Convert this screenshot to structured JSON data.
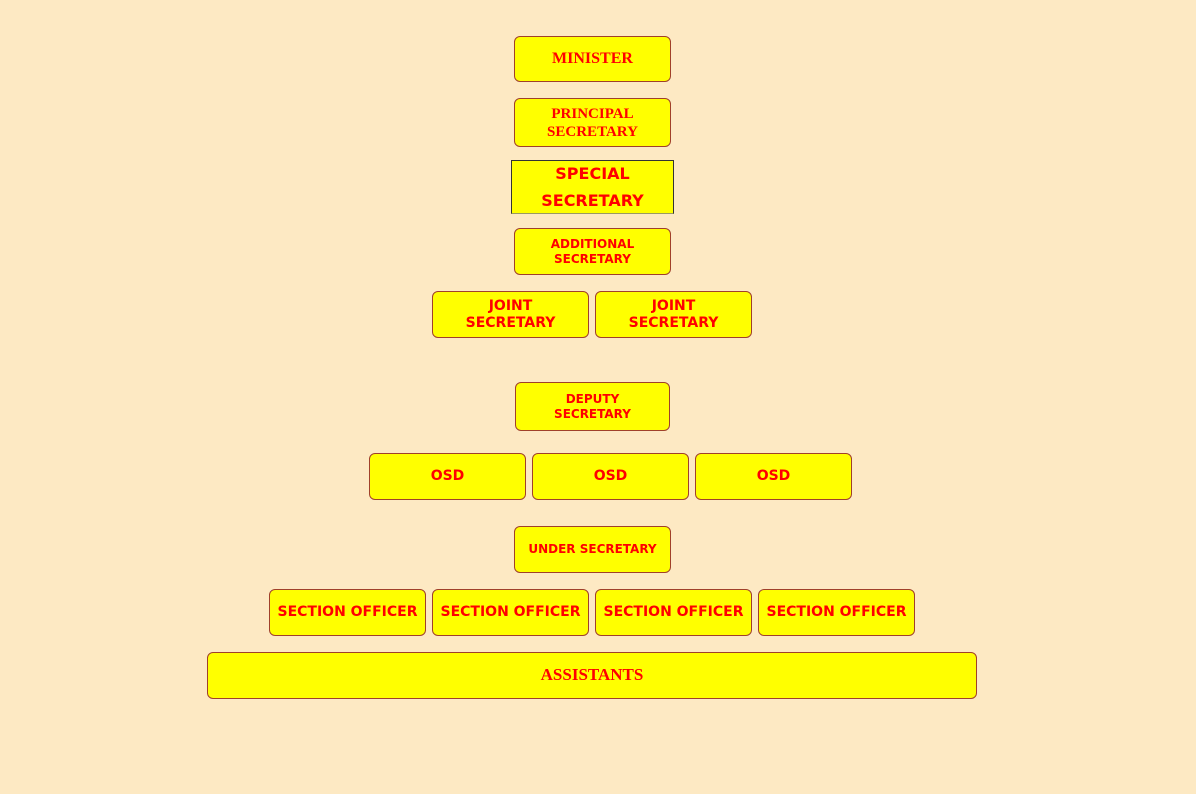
{
  "chart": {
    "minister": "MINISTER",
    "principal_secretary": [
      "PRINCIPAL",
      "SECRETARY"
    ],
    "special_secretary": [
      "SPECIAL",
      "SECRETARY"
    ],
    "additional_secretary": [
      "ADDITIONAL",
      "SECRETARY"
    ],
    "joint_secretaries": [
      [
        "JOINT",
        "SECRETARY"
      ],
      [
        "JOINT",
        "SECRETARY"
      ]
    ],
    "deputy_secretary": [
      "DEPUTY",
      "SECRETARY"
    ],
    "osds": [
      "OSD",
      "OSD",
      "OSD"
    ],
    "under_secretary": "UNDER SECRETARY",
    "section_officers": [
      "SECTION OFFICER",
      "SECTION OFFICER",
      "SECTION OFFICER",
      "SECTION OFFICER"
    ],
    "assistants": "ASSISTANTS"
  },
  "colors": {
    "background": "#fde9c3",
    "box": "#ffff00",
    "text": "#ff0000"
  }
}
